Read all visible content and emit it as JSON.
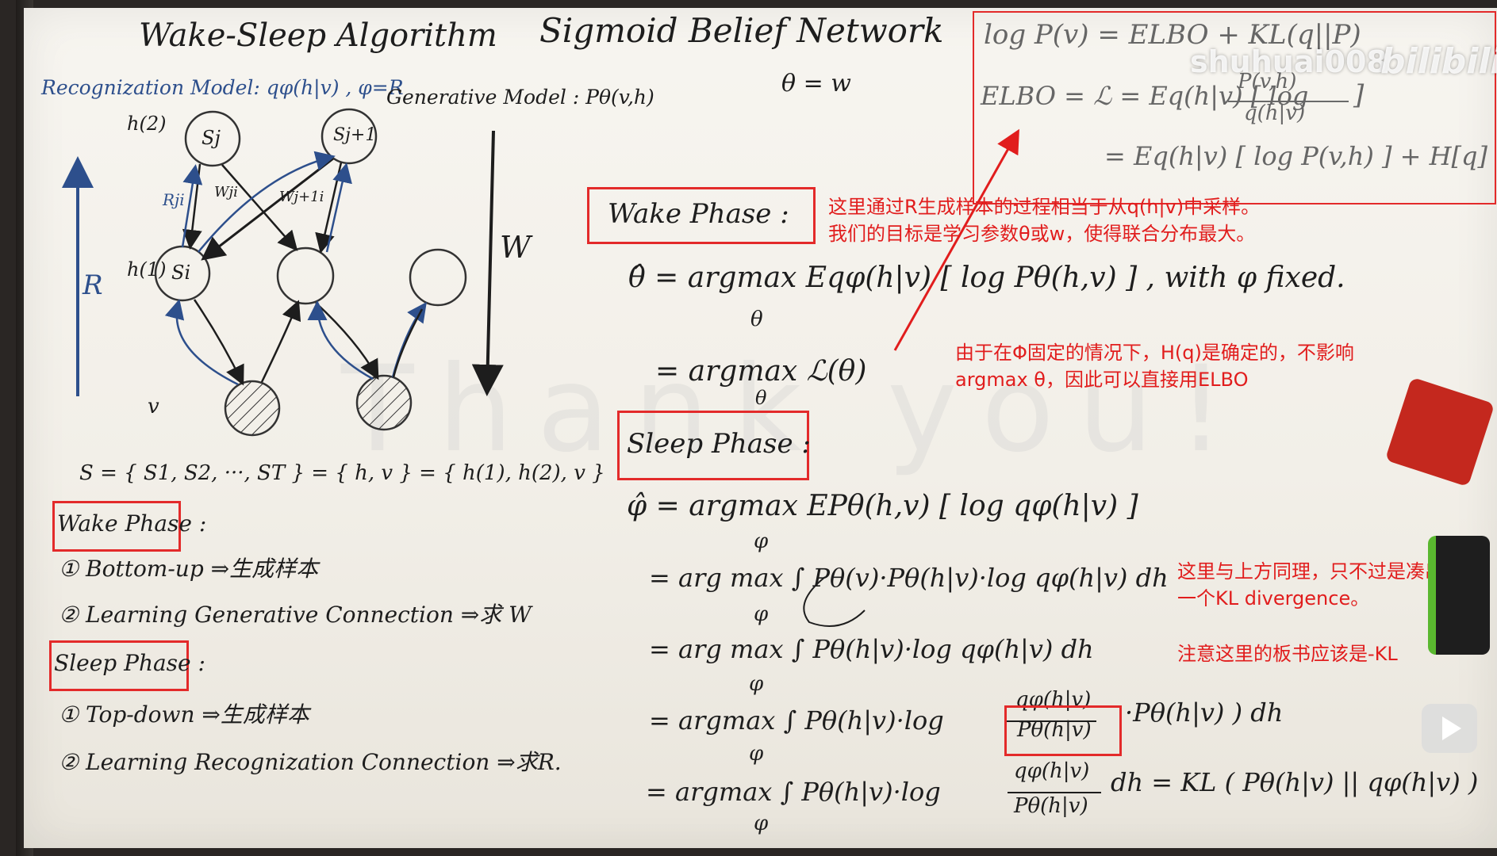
{
  "header": {
    "title_left": "Wake-Sleep Algorithm",
    "title_center": "Sigmoid Belief Network",
    "theta_eq_w": "θ = w"
  },
  "models": {
    "recognition": "Recognization Model: qφ(h|v) , φ=R",
    "generative": "Generative Model : Pθ(v,h)"
  },
  "graph": {
    "labels": {
      "h2": "h(2)",
      "h1": "h(1)",
      "v": "v",
      "sj": "Sj",
      "sj1": "Sj+1",
      "si": "Si",
      "rji": "Rji",
      "wji": "Wji",
      "wj1i": "Wj+1i",
      "R": "R",
      "W": "W"
    },
    "set_def": "S = { S1, S2, ···, ST } = { h, v } = { h(1), h(2), v }"
  },
  "left_notes": {
    "wake_title": "Wake Phase :",
    "wake_1": "① Bottom-up ⇒生成样本",
    "wake_2": "② Learning Generative Connection ⇒求 W",
    "sleep_title": "Sleep Phase :",
    "sleep_1": "① Top-down ⇒生成样本",
    "sleep_2": "② Learning Recognization Connection ⇒求R."
  },
  "top_right": {
    "line1": "log P(v) = ELBO + KL(q||P)",
    "line2_lhs": "ELBO = ℒ = Eq(h|v) [ log",
    "line2_num": "P(v,h)",
    "line2_den": "q(h|v)",
    "line2_rb": "]",
    "line3": "= Eq(h|v) [ log P(v,h) ] + H[q]"
  },
  "wake_phase": {
    "title": "Wake Phase :",
    "eq1": "θ̂ = argmax Eqφ(h|v) [ log Pθ(h,v) ] , with φ fixed.",
    "eq1_sub": "θ",
    "eq2": "= argmax ℒ(θ)",
    "eq2_sub": "θ"
  },
  "sleep_phase": {
    "title": "Sleep Phase :",
    "eq1": "φ̂ = argmax EPθ(h,v) [ log qφ(h|v) ]",
    "eq2": "= arg max ∫ Pθ(v)·Pθ(h|v)·log qφ(h|v) dh",
    "eq3": "= arg max ∫ Pθ(h|v)·log qφ(h|v) dh",
    "eq4_pre": "= argmax ∫ Pθ(h|v)·log",
    "eq4_num": "qφ(h|v)",
    "eq4_den": "Pθ(h|v)",
    "eq4_post": "·Pθ(h|v) ) dh",
    "eq5_pre": "= argmax ∫ Pθ(h|v)·log",
    "eq5_num": "qφ(h|v)",
    "eq5_den": "Pθ(h|v)",
    "eq5_post": "dh = KL ( Pθ(h|v) || qφ(h|v) )",
    "sub": "φ"
  },
  "annotations": {
    "a1_line1": "这里通过R生成样本的过程相当于从q(h|v)中采样。",
    "a1_line2": "我们的目标是学习参数θ或w，使得联合分布最大。",
    "a2_line1": "由于在Φ固定的情况下，H(q)是确定的，不影响",
    "a2_line2": "argmax θ，因此可以直接用ELBO",
    "a3_line1": "这里与上方同理，只不过是凑出了",
    "a3_line2": "一个KL divergence。",
    "a4": "注意这里的板书应该是-KL"
  },
  "overlay": {
    "watermark_user": "shuhuai008",
    "watermark_logo": "bilibili",
    "ghost_text": "Thank you!"
  },
  "colors": {
    "annotation_red": "#e11d1d",
    "marker_black": "#1d1d1d",
    "marker_blue": "#2d4f8c"
  }
}
